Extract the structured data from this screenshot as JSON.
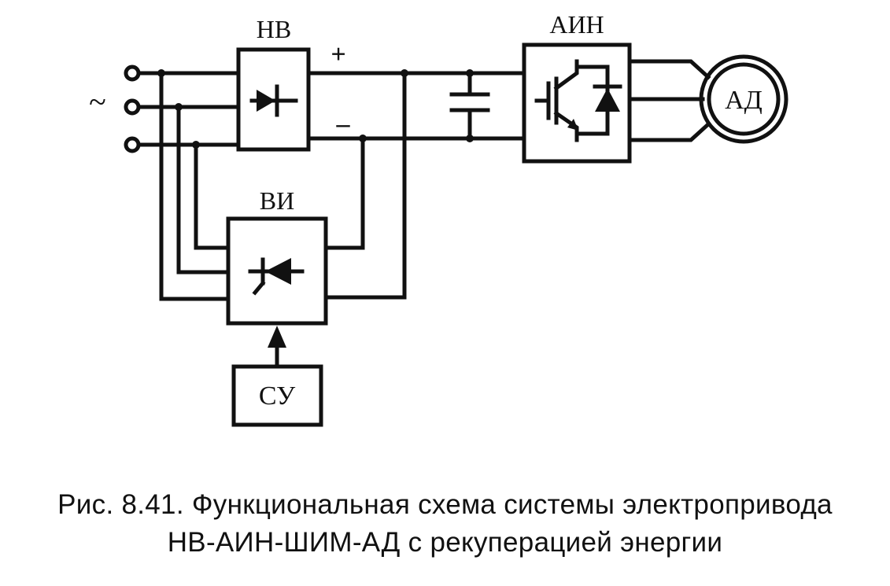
{
  "diagram": {
    "source_symbol": "~",
    "blocks": {
      "rectifier": "НВ",
      "dc_plus": "+",
      "dc_minus": "–",
      "regen_inverter": "ВИ",
      "control_unit": "СУ",
      "inverter": "АИН",
      "motor": "АД"
    }
  },
  "caption": {
    "line1": "Рис. 8.41. Функциональная схема системы электропривода",
    "line2": "НВ-АИН-ШИМ-АД с рекуперацией энергии"
  }
}
